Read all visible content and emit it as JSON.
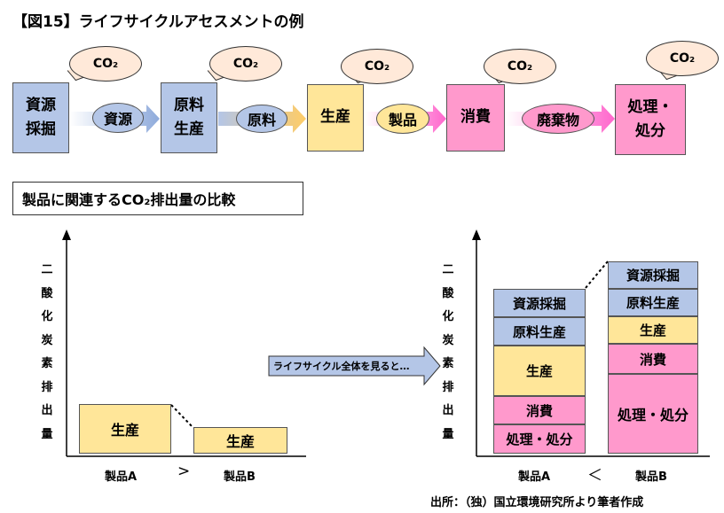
{
  "title": "【図15】ライフサイクルアセスメントの例",
  "co2_label": "CO₂",
  "flow": {
    "stages": [
      "資源\n採掘",
      "原料\n生産",
      "生産",
      "消費",
      "処理・\n処分"
    ],
    "arrows": [
      "資源",
      "原料",
      "製品",
      "廃棄物"
    ]
  },
  "comparison_title": "製品に関連するCO₂排出量の比較",
  "y_axis_label": "二酸化炭素排出量",
  "left_chart": {
    "bar_a": "生産",
    "bar_b": "生産",
    "cat_a": "製品A",
    "cat_b": "製品B",
    "relation": ">"
  },
  "transition_text": "ライフサイクル全体を見ると…",
  "right_chart": {
    "product_a": [
      "資源採掘",
      "原料生産",
      "生産",
      "消費",
      "処理・処分"
    ],
    "product_b": [
      "資源採掘",
      "原料生産",
      "生産",
      "消費",
      "処理・処分"
    ],
    "cat_a": "製品A",
    "cat_b": "製品B",
    "relation": "＜"
  },
  "source": "出所：（独）国立環境研究所より筆者作成",
  "colors": {
    "blue": "#b4c6e7",
    "yellow": "#ffe699",
    "pink": "#ff99cc",
    "bubble": "#ffe9d9",
    "transition_arrow": "#b4c6e7"
  }
}
